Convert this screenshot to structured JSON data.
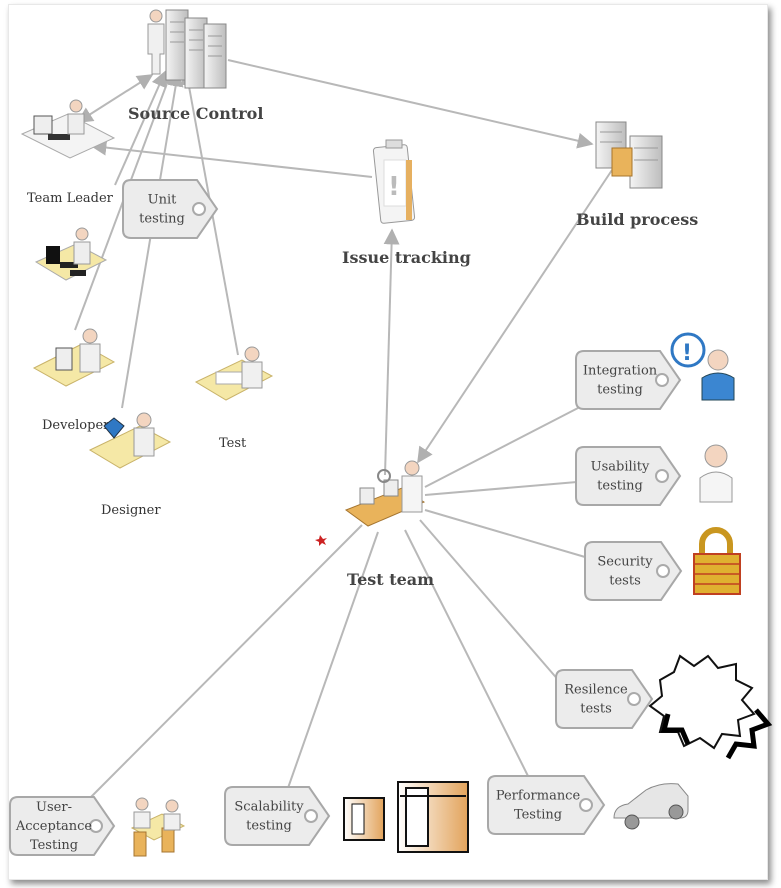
{
  "nodes": {
    "source_control": "Source Control",
    "build_process": "Build process",
    "issue_tracking": "Issue tracking",
    "test_team": "Test team",
    "team_leader": "Team Leader",
    "developer": "Developer",
    "designer": "Designer",
    "test": "Test"
  },
  "tags": {
    "unit_testing": [
      "Unit",
      "testing"
    ],
    "integration_testing": [
      "Integration",
      "testing"
    ],
    "usability_testing": [
      "Usability",
      "testing"
    ],
    "security_tests": [
      "Security",
      "tests"
    ],
    "resilence_tests": [
      "Resilence",
      "tests"
    ],
    "user_acceptance_testing": [
      "User-",
      "Acceptance",
      "Testing"
    ],
    "scalability_testing": [
      "Scalability",
      "testing"
    ],
    "performance_testing": [
      "Performance",
      "Testing"
    ]
  },
  "icons": {
    "source_control": "server-rack-with-person-icon",
    "build_process": "server-cluster-icon",
    "issue_tracking": "clipboard-alert-icon",
    "test_team": "testers-conveyor-icon",
    "team_leader": "workstation-person-icon",
    "developer": "workstation-person-icon",
    "designer": "designer-desk-icon",
    "test": "tester-desk-icon",
    "integration": "person-question-icon",
    "usability": "person-icon",
    "security": "padlock-icon",
    "resilence": "explosion-burst-icon",
    "user_acceptance": "meeting-table-icon",
    "scalability": "boxes-icon",
    "performance": "car-icon"
  },
  "colors": {
    "line": "#b8b8b8",
    "tag_fill": "#ececec",
    "tag_stroke": "#a8a8a8",
    "accent_blue": "#2f78c4",
    "accent_orange": "#e8b25a",
    "padlock": "#e0b030"
  }
}
